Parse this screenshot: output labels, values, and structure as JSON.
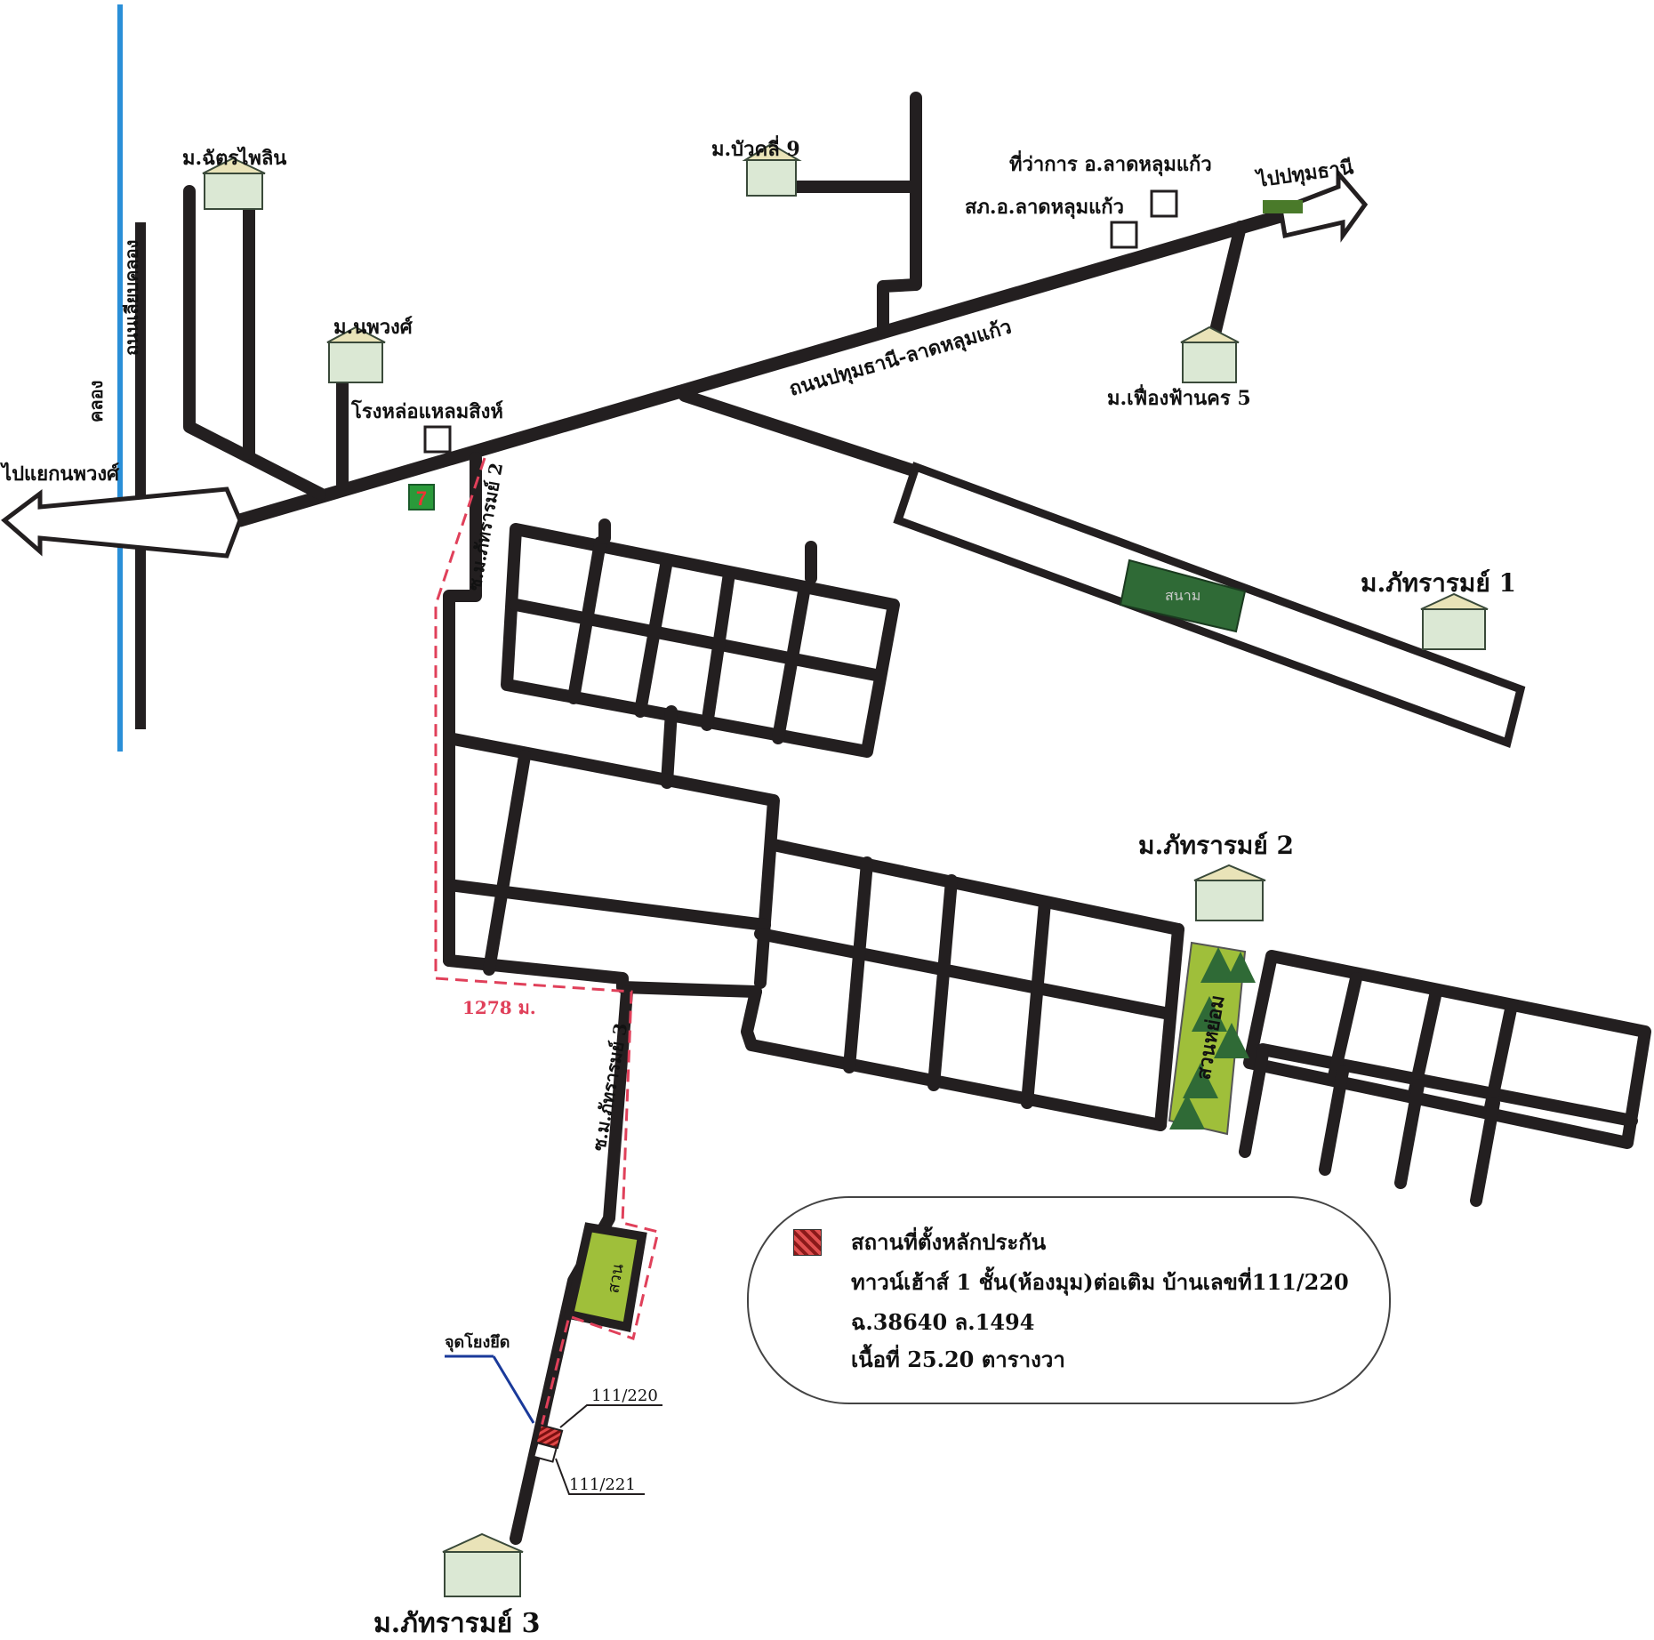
{
  "labels": {
    "village_chatrpaidin": "ม.ฉัตรไพลิน",
    "village_bualuang9": "ม.บัวคลี่ 9",
    "district_office": "ที่ว่าการ อ.ลาดหลุมแก้ว",
    "police_station": "สภ.อ.ลาดหลุมแก้ว",
    "to_pathumthani": "ไปปทุมธานี",
    "village_nopphawong": "ม.นพวงศ์",
    "foundry": "โรงหล่อแหลมสิงห์",
    "main_road": "ถนนปทุมธานี-ลาดหลุมแก้ว",
    "village_fuengfah5": "ม.เฟื่องฟ้านคร 5",
    "canal": "คลอง",
    "canal_road": "ถนนเลียบคลอง",
    "to_junction": "ไปแยกนพวงศ์",
    "soi_pattharam2": "ซ.ม.ภัทรารมย์ 2",
    "village_pattharam1": "ม.ภัทรารมย์ 1",
    "field": "สนาม",
    "village_pattharam2": "ม.ภัทรารมย์ 2",
    "park_recreation": "สวนหย่อม",
    "distance": "1278 ม.",
    "soi_pattharam3": "ซ.ม.ภัทรารมย์ 3",
    "park": "สวน",
    "reference_point": "จุดโยงยึด",
    "house_220": "111/220",
    "house_221": "111/221",
    "village_pattharam3": "ม.ภัทรารมย์ 3",
    "seven_eleven": "7"
  },
  "legend": {
    "title": "สถานที่ตั้งหลักประกัน",
    "line1": "ทาวน์เฮ้าส์ 1 ชั้น(ห้องมุม)ต่อเติม บ้านเลขที่111/220",
    "line2": "ฉ.38640 ล.1494",
    "line3": "เนื้อที่ 25.20 ตารางวา"
  },
  "colors": {
    "road": "#231f20",
    "canal": "#2a8fd8",
    "route": "#e0405a",
    "park": "#9fbf3a",
    "field": "#2f6a36",
    "collateral": "#c0202a",
    "seven_eleven": "#2a9a3a"
  }
}
